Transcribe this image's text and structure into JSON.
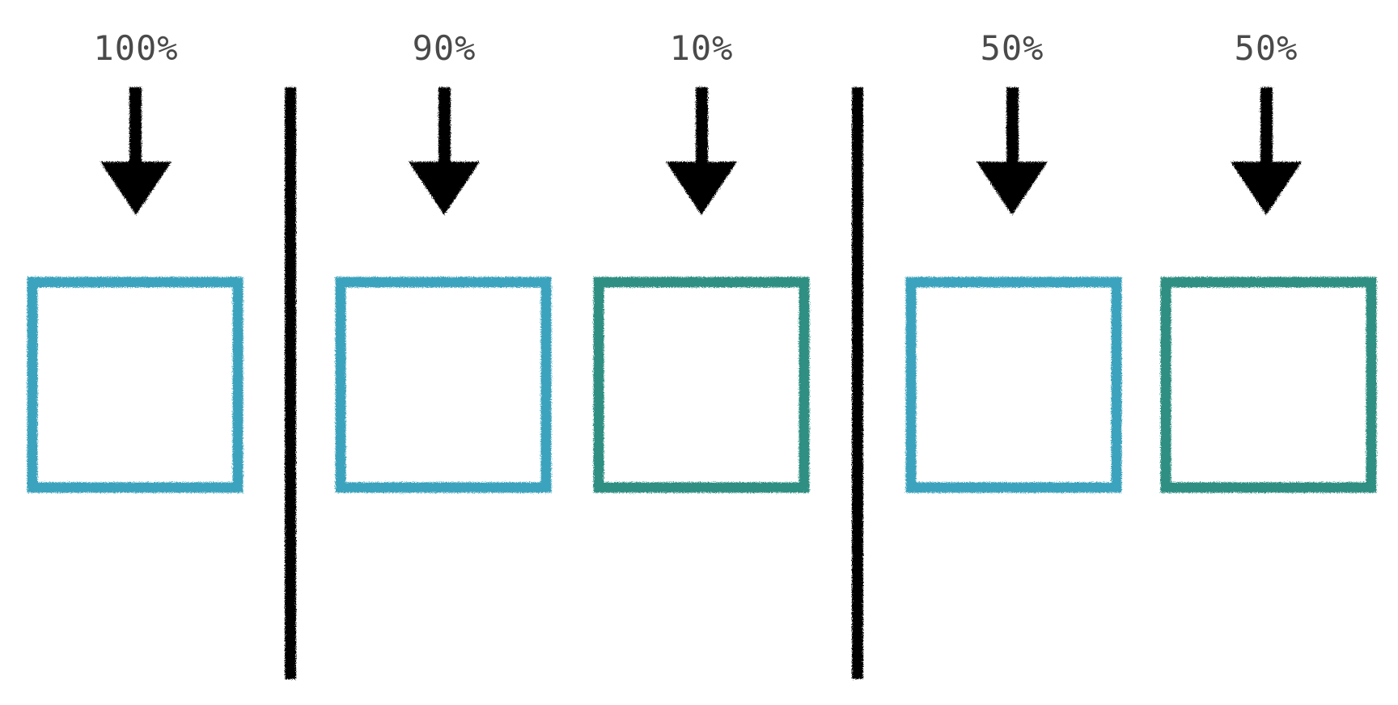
{
  "panels": [
    {
      "label": "100%",
      "color": "#3aa3bd"
    },
    {
      "label": "90%",
      "color": "#3aa3bd"
    },
    {
      "label": "10%",
      "color": "#2e8f82"
    },
    {
      "label": "50%",
      "color": "#3aa3bd"
    },
    {
      "label": "50%",
      "color": "#2e8f82"
    }
  ],
  "colors": {
    "arrow": "#000000",
    "divider": "#000000",
    "label": "#4a4a4a"
  }
}
